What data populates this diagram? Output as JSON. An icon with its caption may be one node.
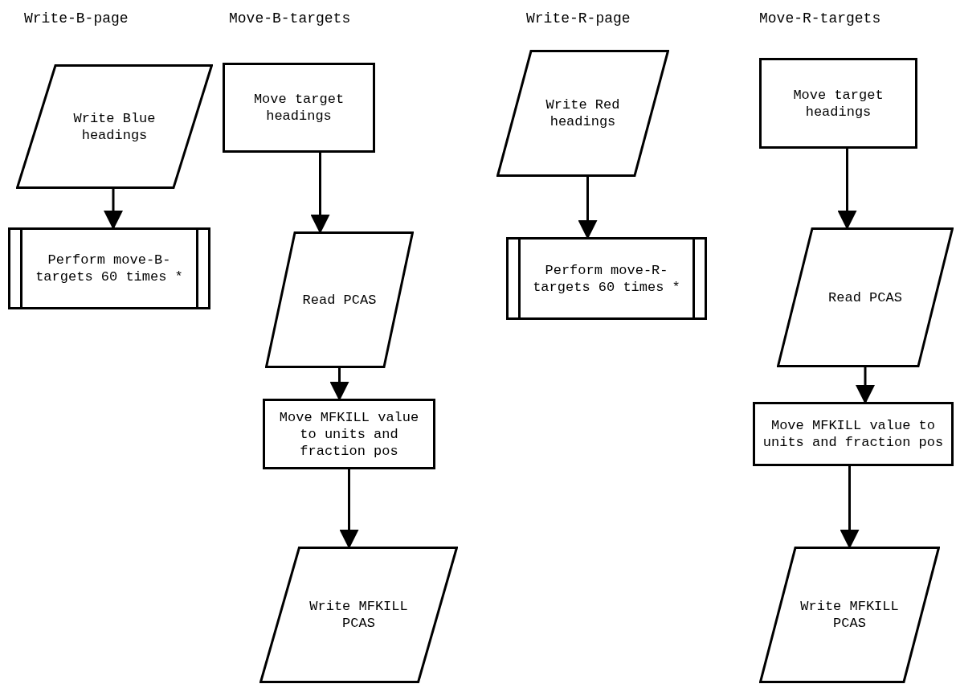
{
  "diagram": {
    "nodes": [
      {
        "text": [
          "Write Blue headings"
        ]
      },
      {
        "text": [
          "Perform move-B-targets 60 times *"
        ]
      },
      {
        "text": [
          "Move target headings"
        ]
      },
      {
        "text": [
          "Read PCAS"
        ]
      },
      {
        "text": [
          "Move MFKILL value to units and fraction pos"
        ]
      },
      {
        "text": [
          "Write MFKILL PCAS"
        ]
      },
      {
        "text": [
          "Write Red headings"
        ]
      },
      {
        "text": [
          "Perform move-R-targets 60 times *"
        ]
      },
      {
        "text": [
          "Move target headings"
        ]
      },
      {
        "text": [
          "Read PCAS"
        ]
      },
      {
        "text": [
          "Move MFKILL value to units and fraction pos"
        ]
      },
      {
        "text": [
          "Write MFKILL PCAS"
        ]
      }
    ],
    "edges": [
      {
        "from": 0,
        "to": 1,
        "arrow": "to"
      },
      {
        "from": 2,
        "to": 3,
        "arrow": "to"
      },
      {
        "from": 3,
        "to": 4,
        "arrow": "to"
      },
      {
        "from": 4,
        "to": 5,
        "arrow": "to"
      },
      {
        "from": 6,
        "to": 7,
        "arrow": "to"
      },
      {
        "from": 8,
        "to": 9,
        "arrow": "to"
      },
      {
        "from": 9,
        "to": 10,
        "arrow": "to"
      },
      {
        "from": 10,
        "to": 11,
        "arrow": "to"
      }
    ],
    "labels": [
      "Write-B-page",
      "Move-B-targets",
      "Write-R-page",
      "Move-R-targets"
    ]
  }
}
